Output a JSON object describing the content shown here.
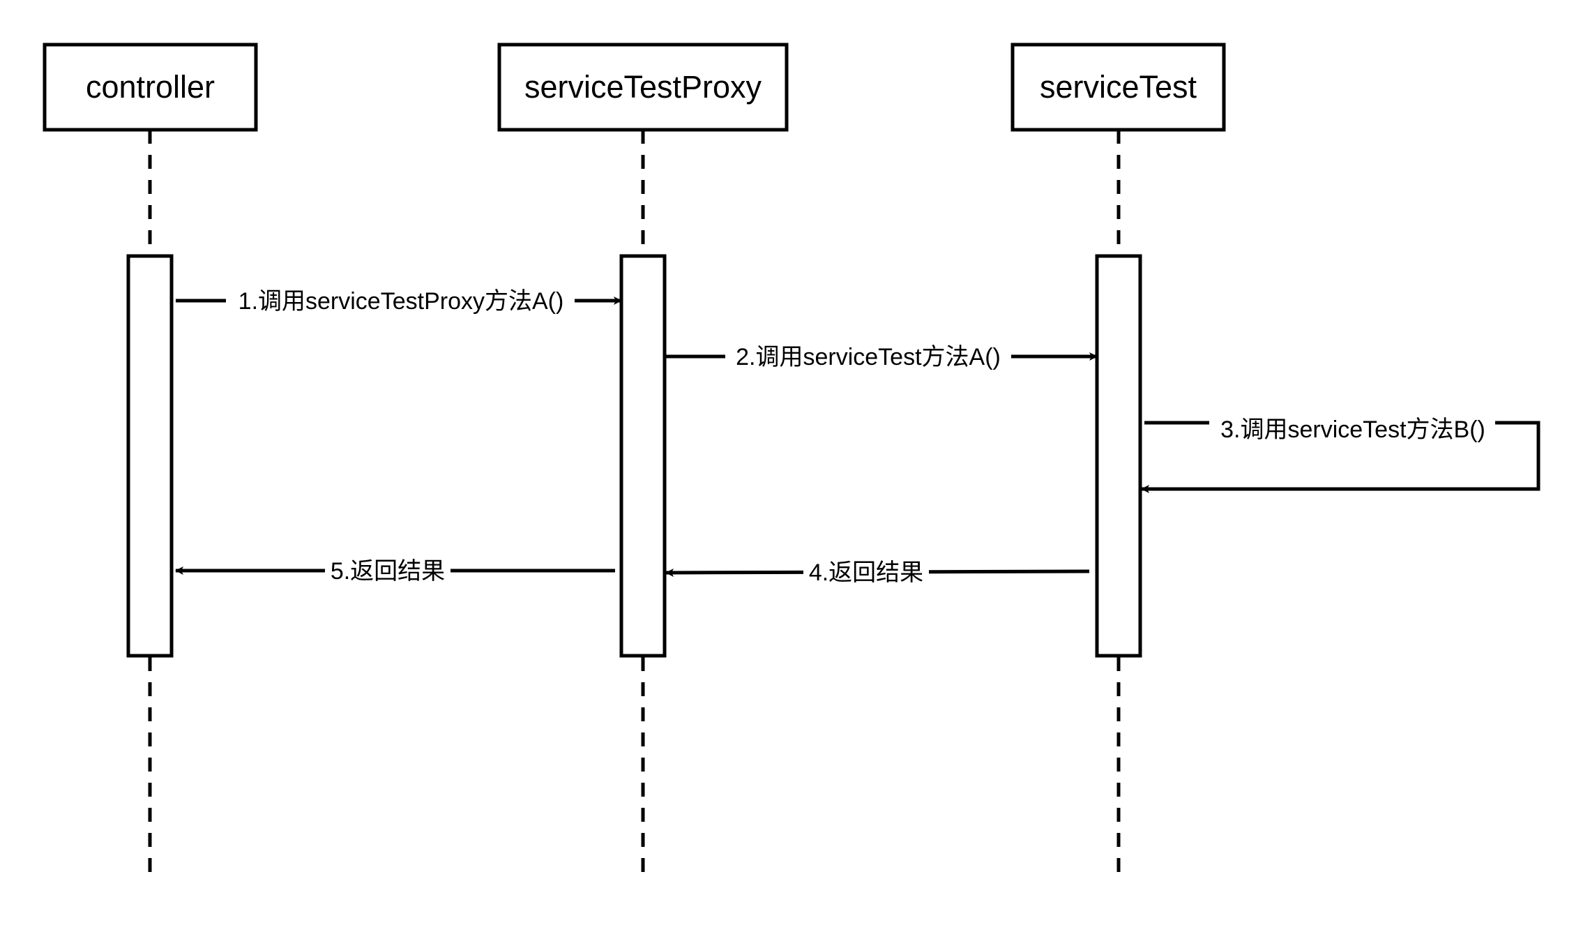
{
  "participants": [
    {
      "id": "controller",
      "label": "controller"
    },
    {
      "id": "serviceTestProxy",
      "label": "serviceTestProxy"
    },
    {
      "id": "serviceTest",
      "label": "serviceTest"
    }
  ],
  "messages": [
    {
      "label": "1.调用serviceTestProxy方法A()",
      "from": "controller",
      "to": "serviceTestProxy"
    },
    {
      "label": "2.调用serviceTest方法A()",
      "from": "serviceTestProxy",
      "to": "serviceTest"
    },
    {
      "label": "3.调用serviceTest方法B()",
      "from": "serviceTest",
      "to": "serviceTest"
    },
    {
      "label": "4.返回结果",
      "from": "serviceTest",
      "to": "serviceTestProxy"
    },
    {
      "label": "5.返回结果",
      "from": "serviceTestProxy",
      "to": "controller"
    }
  ],
  "colors": {
    "stroke": "#000000",
    "fill": "#ffffff",
    "text": "#000000"
  }
}
